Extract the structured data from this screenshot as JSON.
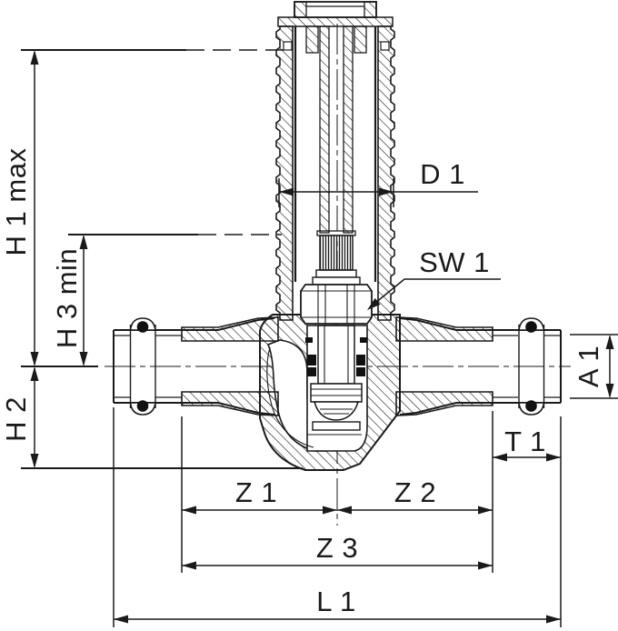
{
  "colors": {
    "line": "#1a1a1a",
    "background": "#ffffff",
    "seal_oring": "#111111"
  },
  "labels": {
    "h1": "H 1 max",
    "h3": "H 3 min",
    "h2": "H 2",
    "d1": "D 1",
    "sw1": "SW 1",
    "a1": "A 1",
    "t1": "T 1",
    "z1": "Z 1",
    "z2": "Z 2",
    "z3": "Z 3",
    "l1": "L 1"
  }
}
